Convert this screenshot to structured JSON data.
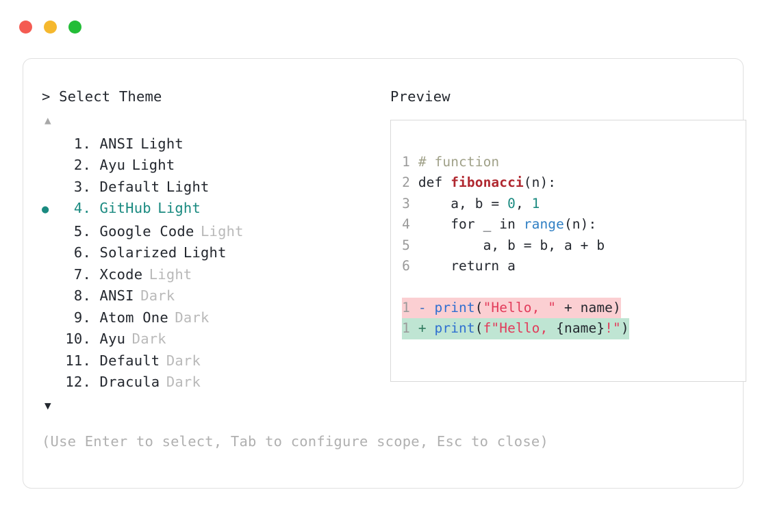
{
  "window": {
    "dots": [
      {
        "name": "close",
        "color": "#f45b52"
      },
      {
        "name": "minimize",
        "color": "#f5b82e"
      },
      {
        "name": "maximize",
        "color": "#23bd37"
      }
    ]
  },
  "prompt": {
    "symbol": "> ",
    "title": "Select Theme"
  },
  "scroll": {
    "up_icon": "▲",
    "down_icon": "▼",
    "up_color": "#a8a8a8",
    "down_color": "#23272e"
  },
  "selection": {
    "bullet": "●",
    "selected_index": 4,
    "accent_color": "#1a8a80"
  },
  "themes": [
    {
      "index": "1.",
      "bullet": "",
      "name": "ANSI",
      "variant": "Light",
      "variant_dim": false
    },
    {
      "index": "2.",
      "bullet": "",
      "name": "Ayu",
      "variant": "Light",
      "variant_dim": false
    },
    {
      "index": "3.",
      "bullet": "",
      "name": "Default",
      "variant": "Light",
      "variant_dim": false
    },
    {
      "index": "4.",
      "bullet": "●",
      "name": "GitHub",
      "variant": "Light",
      "variant_dim": false,
      "selected": true
    },
    {
      "index": "5.",
      "bullet": "",
      "name": "Google Code",
      "variant": "Light",
      "variant_dim": true
    },
    {
      "index": "6.",
      "bullet": "",
      "name": "Solarized",
      "variant": "Light",
      "variant_dim": false
    },
    {
      "index": "7.",
      "bullet": "",
      "name": "Xcode",
      "variant": "Light",
      "variant_dim": true
    },
    {
      "index": "8.",
      "bullet": "",
      "name": "ANSI",
      "variant": "Dark",
      "variant_dim": true
    },
    {
      "index": "9.",
      "bullet": "",
      "name": "Atom One",
      "variant": "Dark",
      "variant_dim": true
    },
    {
      "index": "10.",
      "bullet": "",
      "name": "Ayu",
      "variant": "Dark",
      "variant_dim": true
    },
    {
      "index": "11.",
      "bullet": "",
      "name": "Default",
      "variant": "Dark",
      "variant_dim": true
    },
    {
      "index": "12.",
      "bullet": "",
      "name": "Dracula",
      "variant": "Dark",
      "variant_dim": true
    }
  ],
  "preview": {
    "label": "Preview",
    "code_lines": [
      {
        "no": "1",
        "tokens": [
          {
            "t": "# function",
            "c": "comment"
          }
        ]
      },
      {
        "no": "2",
        "tokens": [
          {
            "t": "def ",
            "c": "plain"
          },
          {
            "t": "fibonacci",
            "c": "func"
          },
          {
            "t": "(n):",
            "c": "plain"
          }
        ]
      },
      {
        "no": "3",
        "tokens": [
          {
            "t": "    a, b = ",
            "c": "plain"
          },
          {
            "t": "0",
            "c": "num"
          },
          {
            "t": ", ",
            "c": "plain"
          },
          {
            "t": "1",
            "c": "num"
          }
        ]
      },
      {
        "no": "4",
        "tokens": [
          {
            "t": "    for _ in ",
            "c": "plain"
          },
          {
            "t": "range",
            "c": "builtin"
          },
          {
            "t": "(n):",
            "c": "plain"
          }
        ]
      },
      {
        "no": "5",
        "tokens": [
          {
            "t": "        a, b = b, a + b",
            "c": "plain"
          }
        ]
      },
      {
        "no": "6",
        "tokens": [
          {
            "t": "    return a",
            "c": "plain"
          }
        ]
      }
    ],
    "diff_lines": [
      {
        "no": "1",
        "kind": "del",
        "sign": "-",
        "tokens": [
          {
            "t": "print",
            "c": "call"
          },
          {
            "t": "(",
            "c": "plain"
          },
          {
            "t": "\"Hello, \"",
            "c": "string"
          },
          {
            "t": " + name)",
            "c": "plain"
          }
        ]
      },
      {
        "no": "1",
        "kind": "add",
        "sign": "+",
        "tokens": [
          {
            "t": "print",
            "c": "call"
          },
          {
            "t": "(",
            "c": "plain"
          },
          {
            "t": "f\"Hello, ",
            "c": "string"
          },
          {
            "t": "{name}",
            "c": "plain"
          },
          {
            "t": "!\"",
            "c": "string"
          },
          {
            "t": ")",
            "c": "plain"
          }
        ]
      }
    ],
    "diff_del_bg": "#fbcfd2",
    "diff_add_bg": "#bfe5d3"
  },
  "footer": {
    "hint": "(Use Enter to select, Tab to configure scope, Esc to close)"
  }
}
